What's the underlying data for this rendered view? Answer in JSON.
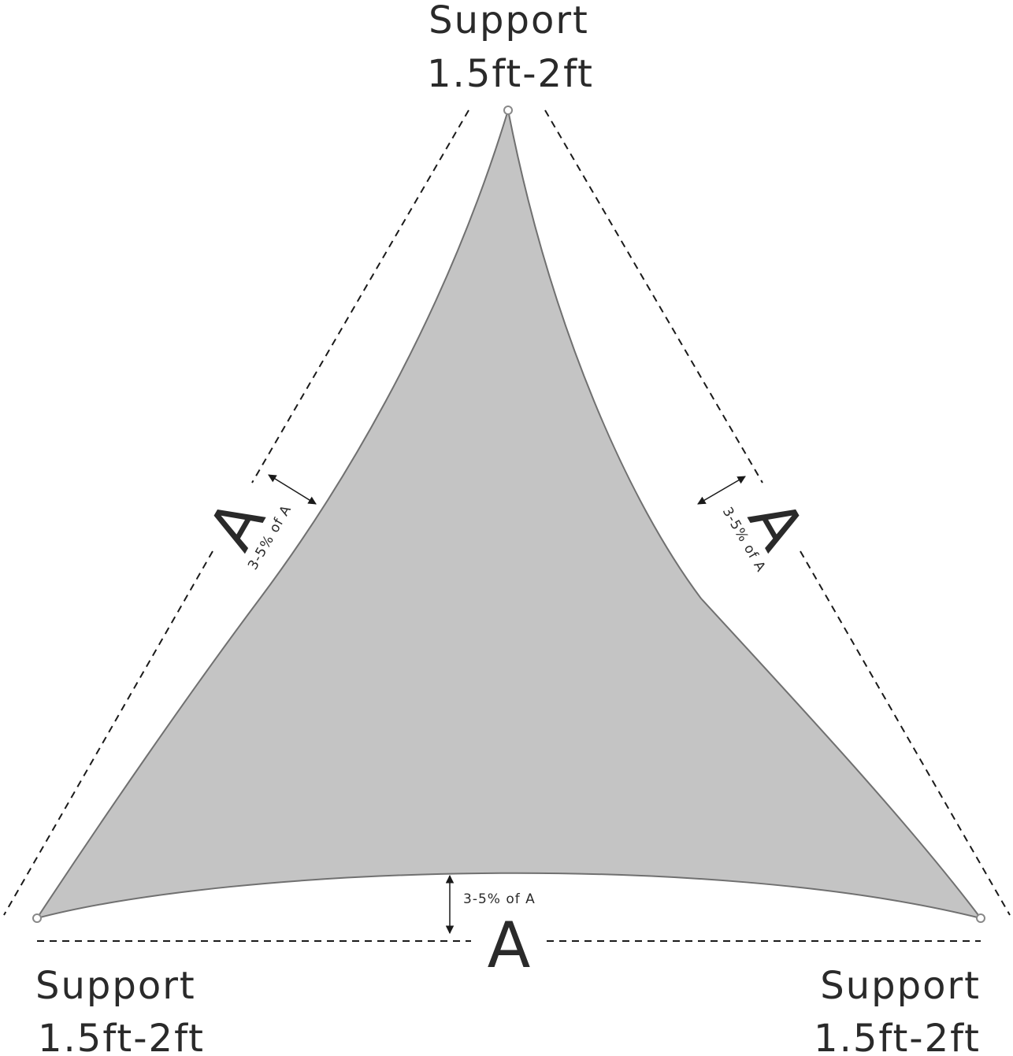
{
  "colors": {
    "sail_fill": "#c4c4c4",
    "sail_edge": "#707070",
    "line": "#1a1a1a",
    "text": "#2a2a2a"
  },
  "top_support": {
    "line1": "Support",
    "line2": "1.5ft-2ft"
  },
  "bottom_left_support": {
    "line1": "Support",
    "line2": "1.5ft-2ft"
  },
  "bottom_right_support": {
    "line1": "Support",
    "line2": "1.5ft-2ft"
  },
  "sides": {
    "left": "A",
    "right": "A",
    "bottom": "A"
  },
  "sag_labels": {
    "left": "3-5% of A",
    "right": "3-5% of A",
    "bottom": "3-5% of A"
  }
}
